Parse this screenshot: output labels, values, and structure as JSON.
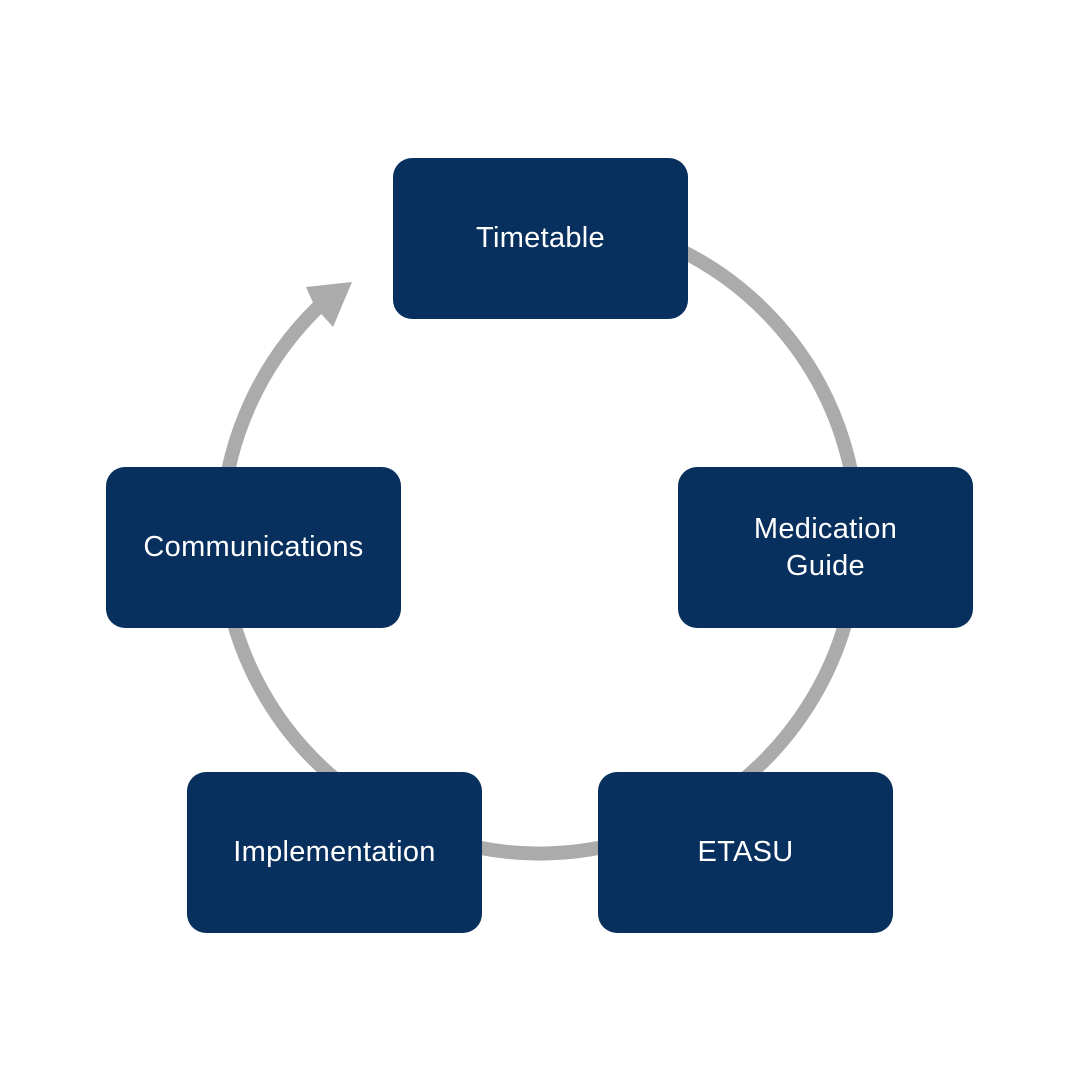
{
  "diagram": {
    "type": "cycle",
    "direction": "clockwise",
    "nodes": [
      {
        "id": "timetable",
        "label": "Timetable"
      },
      {
        "id": "medication",
        "label": "Medication\nGuide"
      },
      {
        "id": "etasu",
        "label": "ETASU"
      },
      {
        "id": "implementation",
        "label": "Implementation"
      },
      {
        "id": "communications",
        "label": "Communications"
      }
    ],
    "colors": {
      "node_fill": "#08305E",
      "node_text": "#FFFFFF",
      "arrow": "#ABABAB",
      "background": "#FFFFFF"
    }
  }
}
